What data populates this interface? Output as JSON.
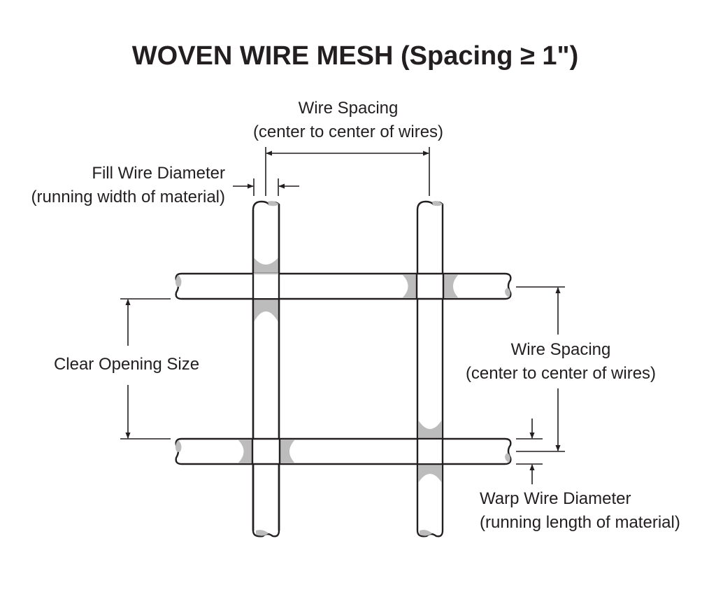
{
  "title": "WOVEN WIRE MESH (Spacing ≥ 1\")",
  "labels": {
    "wire_spacing_top": {
      "line1": "Wire Spacing",
      "line2": "(center to center of wires)"
    },
    "fill_wire_diameter": {
      "line1": "Fill Wire Diameter",
      "line2": "(running width of material)"
    },
    "clear_opening_size": {
      "line1": "Clear Opening Size"
    },
    "wire_spacing_right": {
      "line1": "Wire Spacing",
      "line2": "(center to center of wires)"
    },
    "warp_wire_diameter": {
      "line1": "Warp Wire Diameter",
      "line2": "(running length of material)"
    }
  },
  "colors": {
    "ink": "#231f20",
    "shade": "#bcbcbc",
    "background": "#ffffff"
  }
}
